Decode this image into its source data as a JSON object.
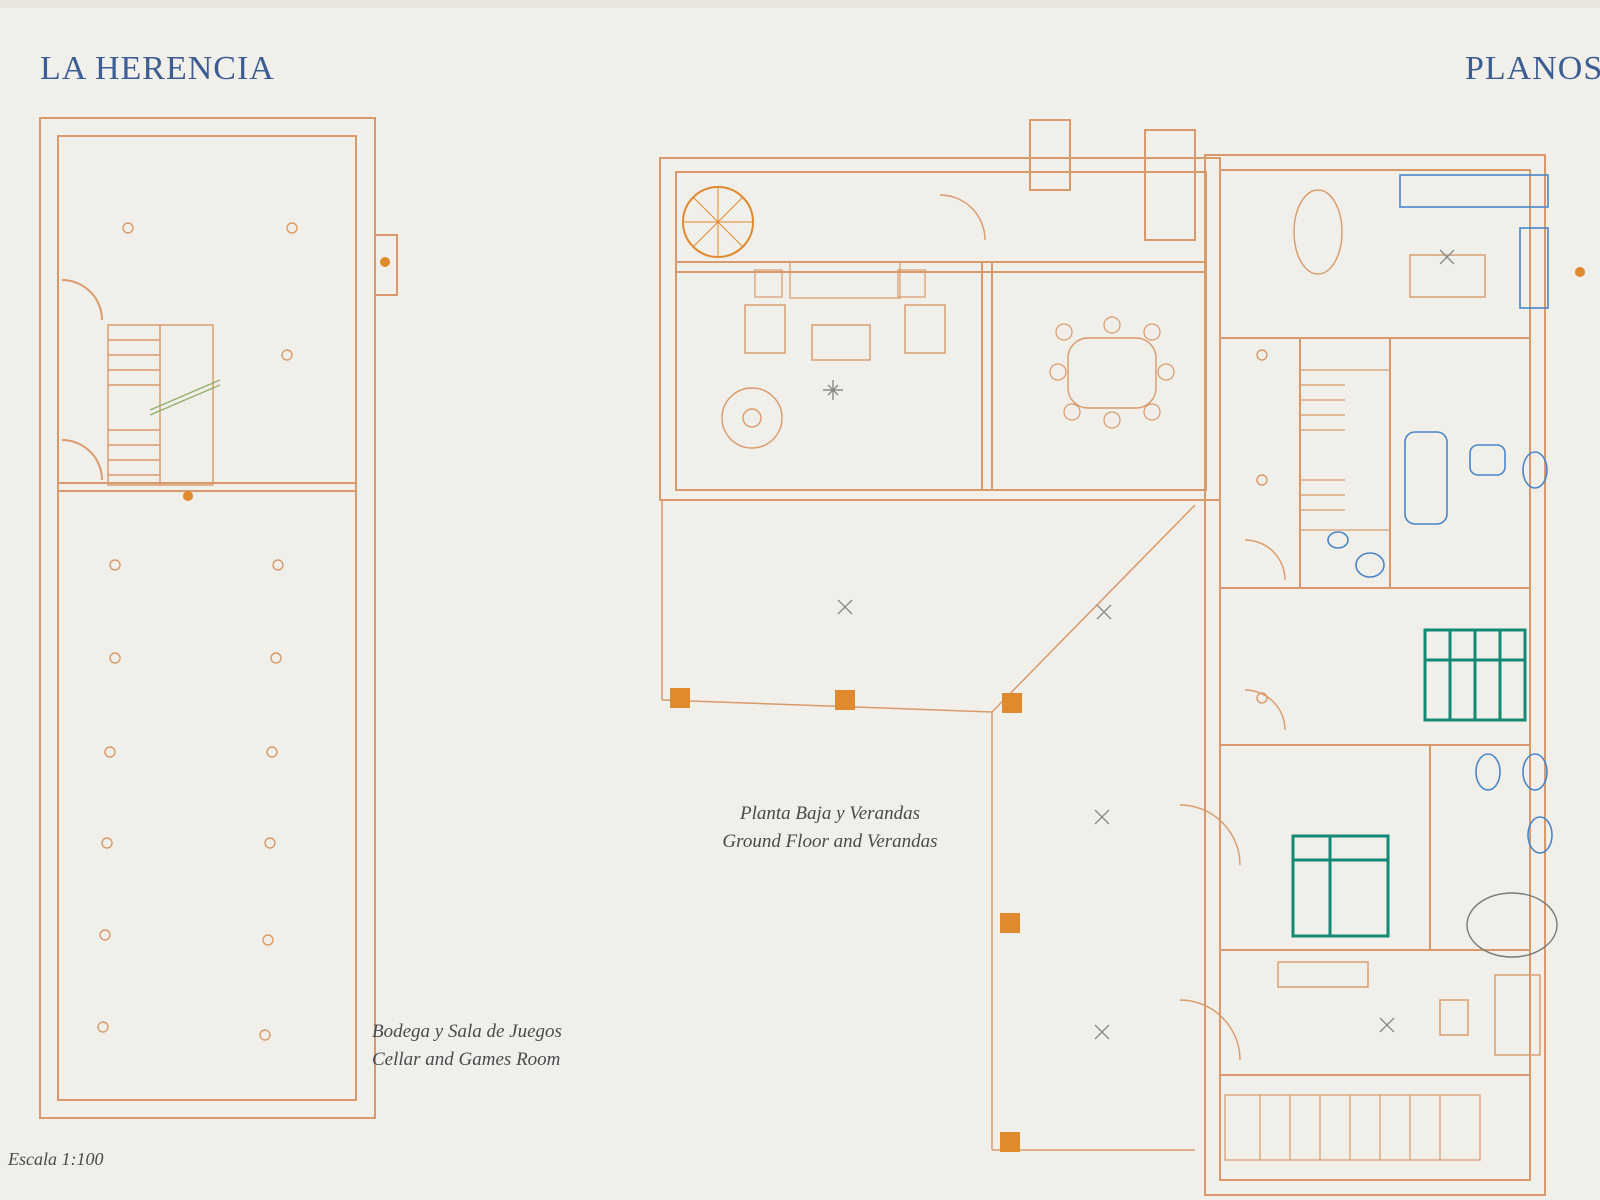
{
  "header": {
    "title_left": "LA HERENCIA",
    "title_right": "PLANOS"
  },
  "captions": {
    "ground_floor_es": "Planta Baja y Verandas",
    "ground_floor_en": "Ground Floor and Verandas",
    "cellar_es": "Bodega y Sala de Juegos",
    "cellar_en": "Cellar and Games Room",
    "scale": "Escala 1:100"
  },
  "colors": {
    "wall": "#d89a6a",
    "fixture_blue": "#4a86c8",
    "bed_teal": "#138a74",
    "column": "#e08a2e",
    "title_blue": "#3b5d93"
  }
}
